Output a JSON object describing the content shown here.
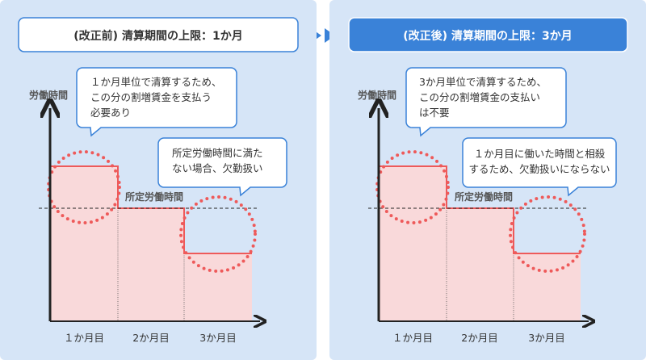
{
  "colors": {
    "panel": "#d6e5f7",
    "blue": "#3a82d8",
    "bar": "#f9d9da",
    "barline": "#ee5a5a"
  },
  "before": {
    "header": "(改正前) 清算期間の上限：1か月",
    "y_label": "労働時間",
    "standard_label": "所定労働時間",
    "bubble1": [
      "１か月単位で清算するため、",
      "この分の割増賃金を支払う",
      "必要あり"
    ],
    "bubble2": [
      "所定労働時間に満た",
      "ない場合、欠勤扱い"
    ],
    "months": [
      "１か月目",
      "2か月目",
      "3か月目"
    ]
  },
  "after": {
    "header": "(改正後) 清算期間の上限：3か月",
    "y_label": "労働時間",
    "standard_label": "所定労働時間",
    "bubble1": [
      "3か月単位で清算するため、",
      "この分の割増賃金の支払い",
      "は不要"
    ],
    "bubble2": [
      "１か月目に働いた時間と相殺",
      "するため、欠勤扱いにならない"
    ],
    "months": [
      "１か月目",
      "2か月目",
      "3か月目"
    ]
  }
}
